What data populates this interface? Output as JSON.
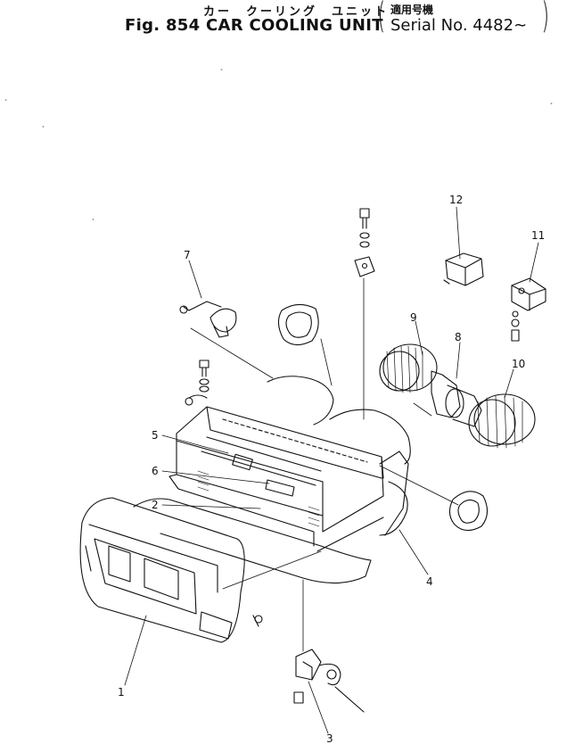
{
  "header": {
    "jp_title": "カー　クーリング　ユニット",
    "title": "Fig. 854 CAR COOLING UNIT",
    "jp_applicability": "適用号機",
    "serial": "Serial No. 4482∼"
  },
  "callouts": [
    "1",
    "2",
    "3",
    "4",
    "5",
    "6",
    "7",
    "8",
    "9",
    "10",
    "11",
    "12"
  ],
  "colors": {
    "ink": "#111111",
    "paper": "#ffffff"
  }
}
